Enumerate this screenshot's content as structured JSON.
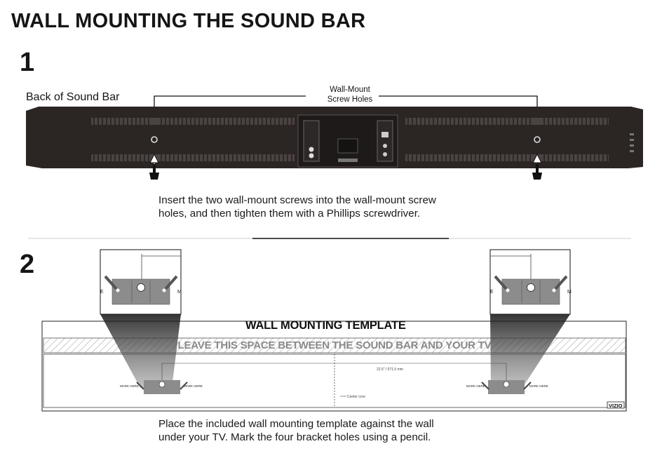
{
  "page": {
    "title": "WALL MOUNTING THE SOUND BAR"
  },
  "step1": {
    "number": "1",
    "back_label": "Back of Sound Bar",
    "holes_label_line1": "Wall-Mount",
    "holes_label_line2": "Screw Holes",
    "instruction_line1": "Insert the two wall-mount screws into the wall-mount screw",
    "instruction_line2": "holes, and then tighten them with a Phillips screwdriver."
  },
  "step2": {
    "number": "2",
    "template_title": "WALL MOUNTING TEMPLATE",
    "template_leave_space": "LEAVE THIS SPACE BETWEEN THE SOUND BAR AND YOUR TV",
    "mark_here": "MARK HERE",
    "distance_label": "22.5\" / 571.5 mm",
    "center_line": "Center Line",
    "brand_logo": "VIZIO",
    "instruction_line1": "Place the included wall mounting template against the wall",
    "instruction_line2": "under your TV. Mark the four bracket holes using a pencil."
  },
  "colors": {
    "soundbar_body": "#2b2624",
    "bracket_gray": "#8c8c8c",
    "hatch_gray": "#9a9a9a",
    "text": "#151515"
  }
}
